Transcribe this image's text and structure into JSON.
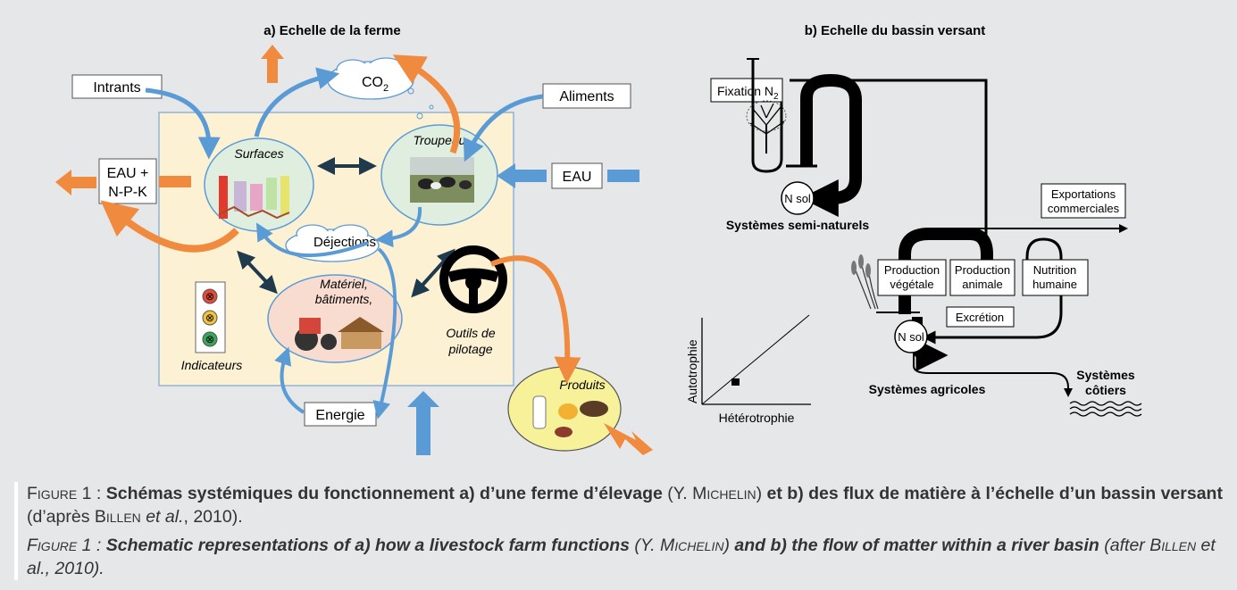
{
  "panel_a": {
    "title": "a) Echelle de la ferme",
    "intrants": "Intrants",
    "co2_main": "CO",
    "co2_sub": "2",
    "aliments": "Aliments",
    "eau_npk_1": "EAU +",
    "eau_npk_2": "N-P-K",
    "surfaces": "Surfaces",
    "troupeau": "Troupeau",
    "eau": "EAU",
    "dejections": "Déjections",
    "materiel_1": "Matériel,",
    "materiel_2": "bâtiments,",
    "outils_1": "Outils de",
    "outils_2": "pilotage",
    "indicateurs": "Indicateurs",
    "energie": "Energie",
    "produits": "Produits"
  },
  "panel_b": {
    "title": "b) Echelle  du bassin versant",
    "fixation_main": "Fixation N",
    "fixation_sub": "2",
    "n_sol": "N sol",
    "semi_naturels": "Systèmes semi-naturels",
    "exportations_1": "Exportations",
    "exportations_2": "commerciales",
    "prod_veg_1": "Production",
    "prod_veg_2": "végétale",
    "prod_ani_1": "Production",
    "prod_ani_2": "animale",
    "nutrition_1": "Nutrition",
    "nutrition_2": "humaine",
    "excretion": "Excrétion",
    "n_sol_2": "N sol",
    "systemes_agricoles": "Systèmes agricoles",
    "cotiers_1": "Systèmes",
    "cotiers_2": "côtiers",
    "axis_y": "Autotrophie",
    "axis_x": "Hétérotrophie"
  },
  "caption": {
    "fr_label": "Figure 1 : ",
    "fr_bold_1": "Schémas systémiques du fonctionnement a) d’une ferme d’élevage",
    "fr_paren_1": " (Y. ",
    "fr_author_1": "Michelin",
    "fr_paren_1_end": ")",
    "fr_bold_2": " et b) des flux de matière à l’échelle d’un bassin versant",
    "fr_paren_2": " (d’après ",
    "fr_author_2": "Billen",
    "fr_etal": " et al.",
    "fr_year": ", 2010).",
    "en_label": "Figure 1 : ",
    "en_bold_1": "Schematic representations of a) how a livestock farm functions",
    "en_paren_1": " (Y. ",
    "en_author_1": "Michelin",
    "en_paren_1_end": ")",
    "en_bold_2": " and b) the flow of matter within a river basin",
    "en_paren_2": " (after ",
    "en_author_2": "Billen",
    "en_etal": " et al., 2010)."
  },
  "colors": {
    "farm_fill": "#fdf1d3",
    "farm_stroke": "#8fb4d8",
    "orange": "#f08a3e",
    "blue": "#5b9bd5",
    "ellipse_green": "#dfeede",
    "ellipse_pink": "#f8dcd0",
    "produits_fill": "#f7f19a"
  }
}
